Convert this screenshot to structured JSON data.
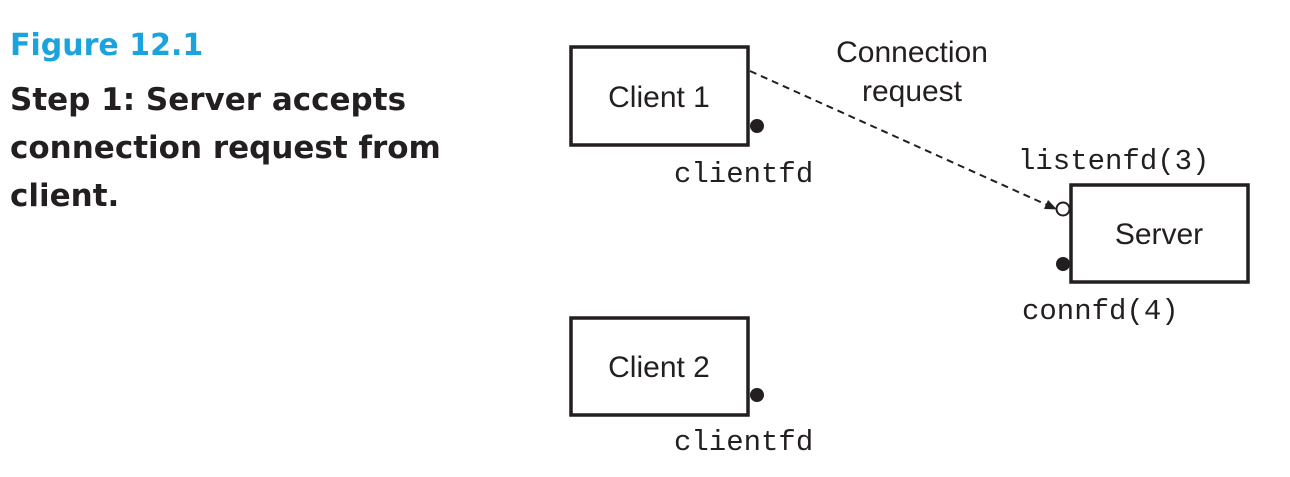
{
  "caption": {
    "label": "Figure 12.1",
    "text": "Step 1: Server accepts connection request from client."
  },
  "nodes": {
    "client1": {
      "label": "Client 1",
      "descriptor": "clientfd"
    },
    "client2": {
      "label": "Client 2",
      "descriptor": "clientfd"
    },
    "server": {
      "label": "Server",
      "listen_descriptor": "listenfd(3)",
      "conn_descriptor": "connfd(4)"
    }
  },
  "edges": {
    "connection_request": {
      "label_line1": "Connection",
      "label_line2": "request",
      "style": "dashed"
    }
  },
  "colors": {
    "caption_accent": "#1ba3dd",
    "ink": "#231f20"
  }
}
